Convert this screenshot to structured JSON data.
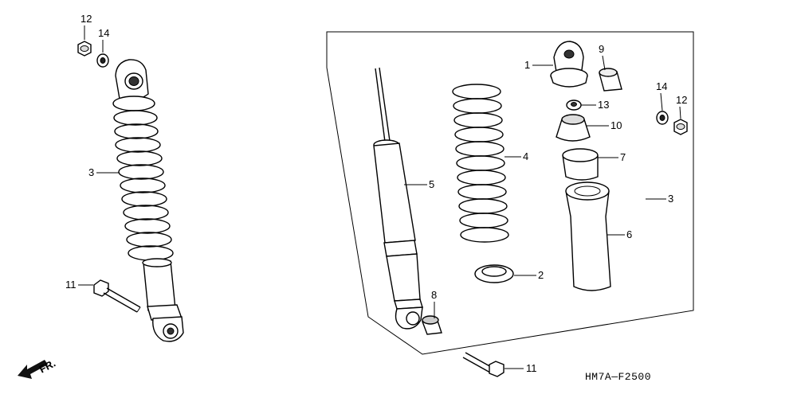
{
  "callouts": {
    "left_12": "12",
    "left_14": "14",
    "left_3": "3",
    "left_11": "11",
    "mid_1": "1",
    "mid_9": "9",
    "mid_13": "13",
    "mid_10": "10",
    "mid_4": "4",
    "mid_7": "7",
    "mid_5": "5",
    "mid_3": "3",
    "mid_6": "6",
    "mid_2": "2",
    "mid_8": "8",
    "mid_11": "11",
    "right_14": "14",
    "right_12": "12"
  },
  "direction_label": "FR.",
  "diagram_code": "HM7A—F2500"
}
